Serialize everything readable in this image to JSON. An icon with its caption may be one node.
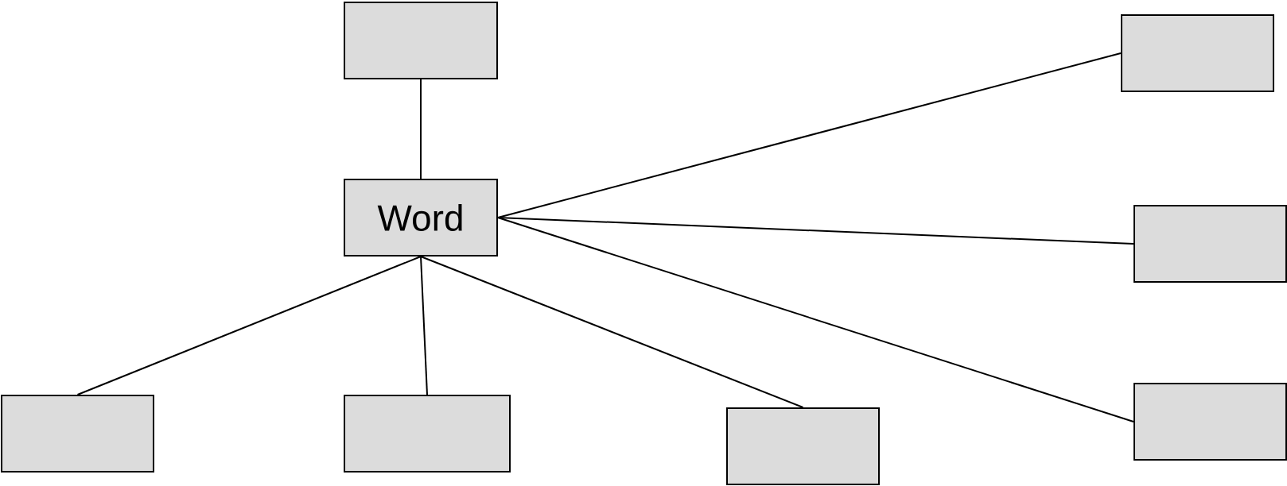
{
  "diagram": {
    "nodes": [
      {
        "text": [],
        "shape": "box"
      },
      {
        "text": [],
        "shape": "box"
      },
      {
        "text": [
          "Word"
        ]
      },
      {
        "text": [],
        "shape": "box"
      },
      {
        "text": [],
        "shape": "box"
      },
      {
        "text": [],
        "shape": "box"
      },
      {
        "text": [],
        "shape": "box"
      },
      {
        "text": [],
        "shape": "box"
      }
    ],
    "edges": [
      {
        "from": 2,
        "to": 0,
        "arrow": "none"
      },
      {
        "from": 2,
        "to": 1,
        "arrow": "none"
      },
      {
        "from": 2,
        "to": 3,
        "arrow": "none"
      },
      {
        "from": 2,
        "to": 4,
        "arrow": "none"
      },
      {
        "from": 2,
        "to": 5,
        "arrow": "none"
      },
      {
        "from": 2,
        "to": 6,
        "arrow": "none"
      },
      {
        "from": 2,
        "to": 7,
        "arrow": "none"
      }
    ]
  }
}
